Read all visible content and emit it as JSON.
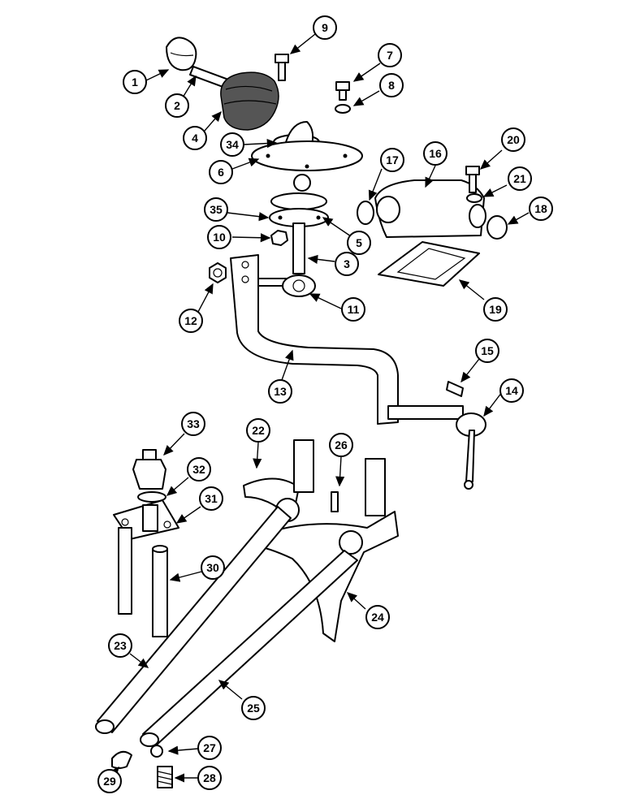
{
  "diagram": {
    "callouts": [
      {
        "number": "1"
      },
      {
        "number": "2"
      },
      {
        "number": "3"
      },
      {
        "number": "4"
      },
      {
        "number": "5"
      },
      {
        "number": "6"
      },
      {
        "number": "7"
      },
      {
        "number": "8"
      },
      {
        "number": "9"
      },
      {
        "number": "10"
      },
      {
        "number": "11"
      },
      {
        "number": "12"
      },
      {
        "number": "13"
      },
      {
        "number": "14"
      },
      {
        "number": "15"
      },
      {
        "number": "16"
      },
      {
        "number": "17"
      },
      {
        "number": "18"
      },
      {
        "number": "19"
      },
      {
        "number": "20"
      },
      {
        "number": "21"
      },
      {
        "number": "22"
      },
      {
        "number": "23"
      },
      {
        "number": "24"
      },
      {
        "number": "25"
      },
      {
        "number": "26"
      },
      {
        "number": "27"
      },
      {
        "number": "28"
      },
      {
        "number": "29"
      },
      {
        "number": "30"
      },
      {
        "number": "31"
      },
      {
        "number": "32"
      },
      {
        "number": "33"
      },
      {
        "number": "34"
      },
      {
        "number": "35"
      }
    ]
  }
}
